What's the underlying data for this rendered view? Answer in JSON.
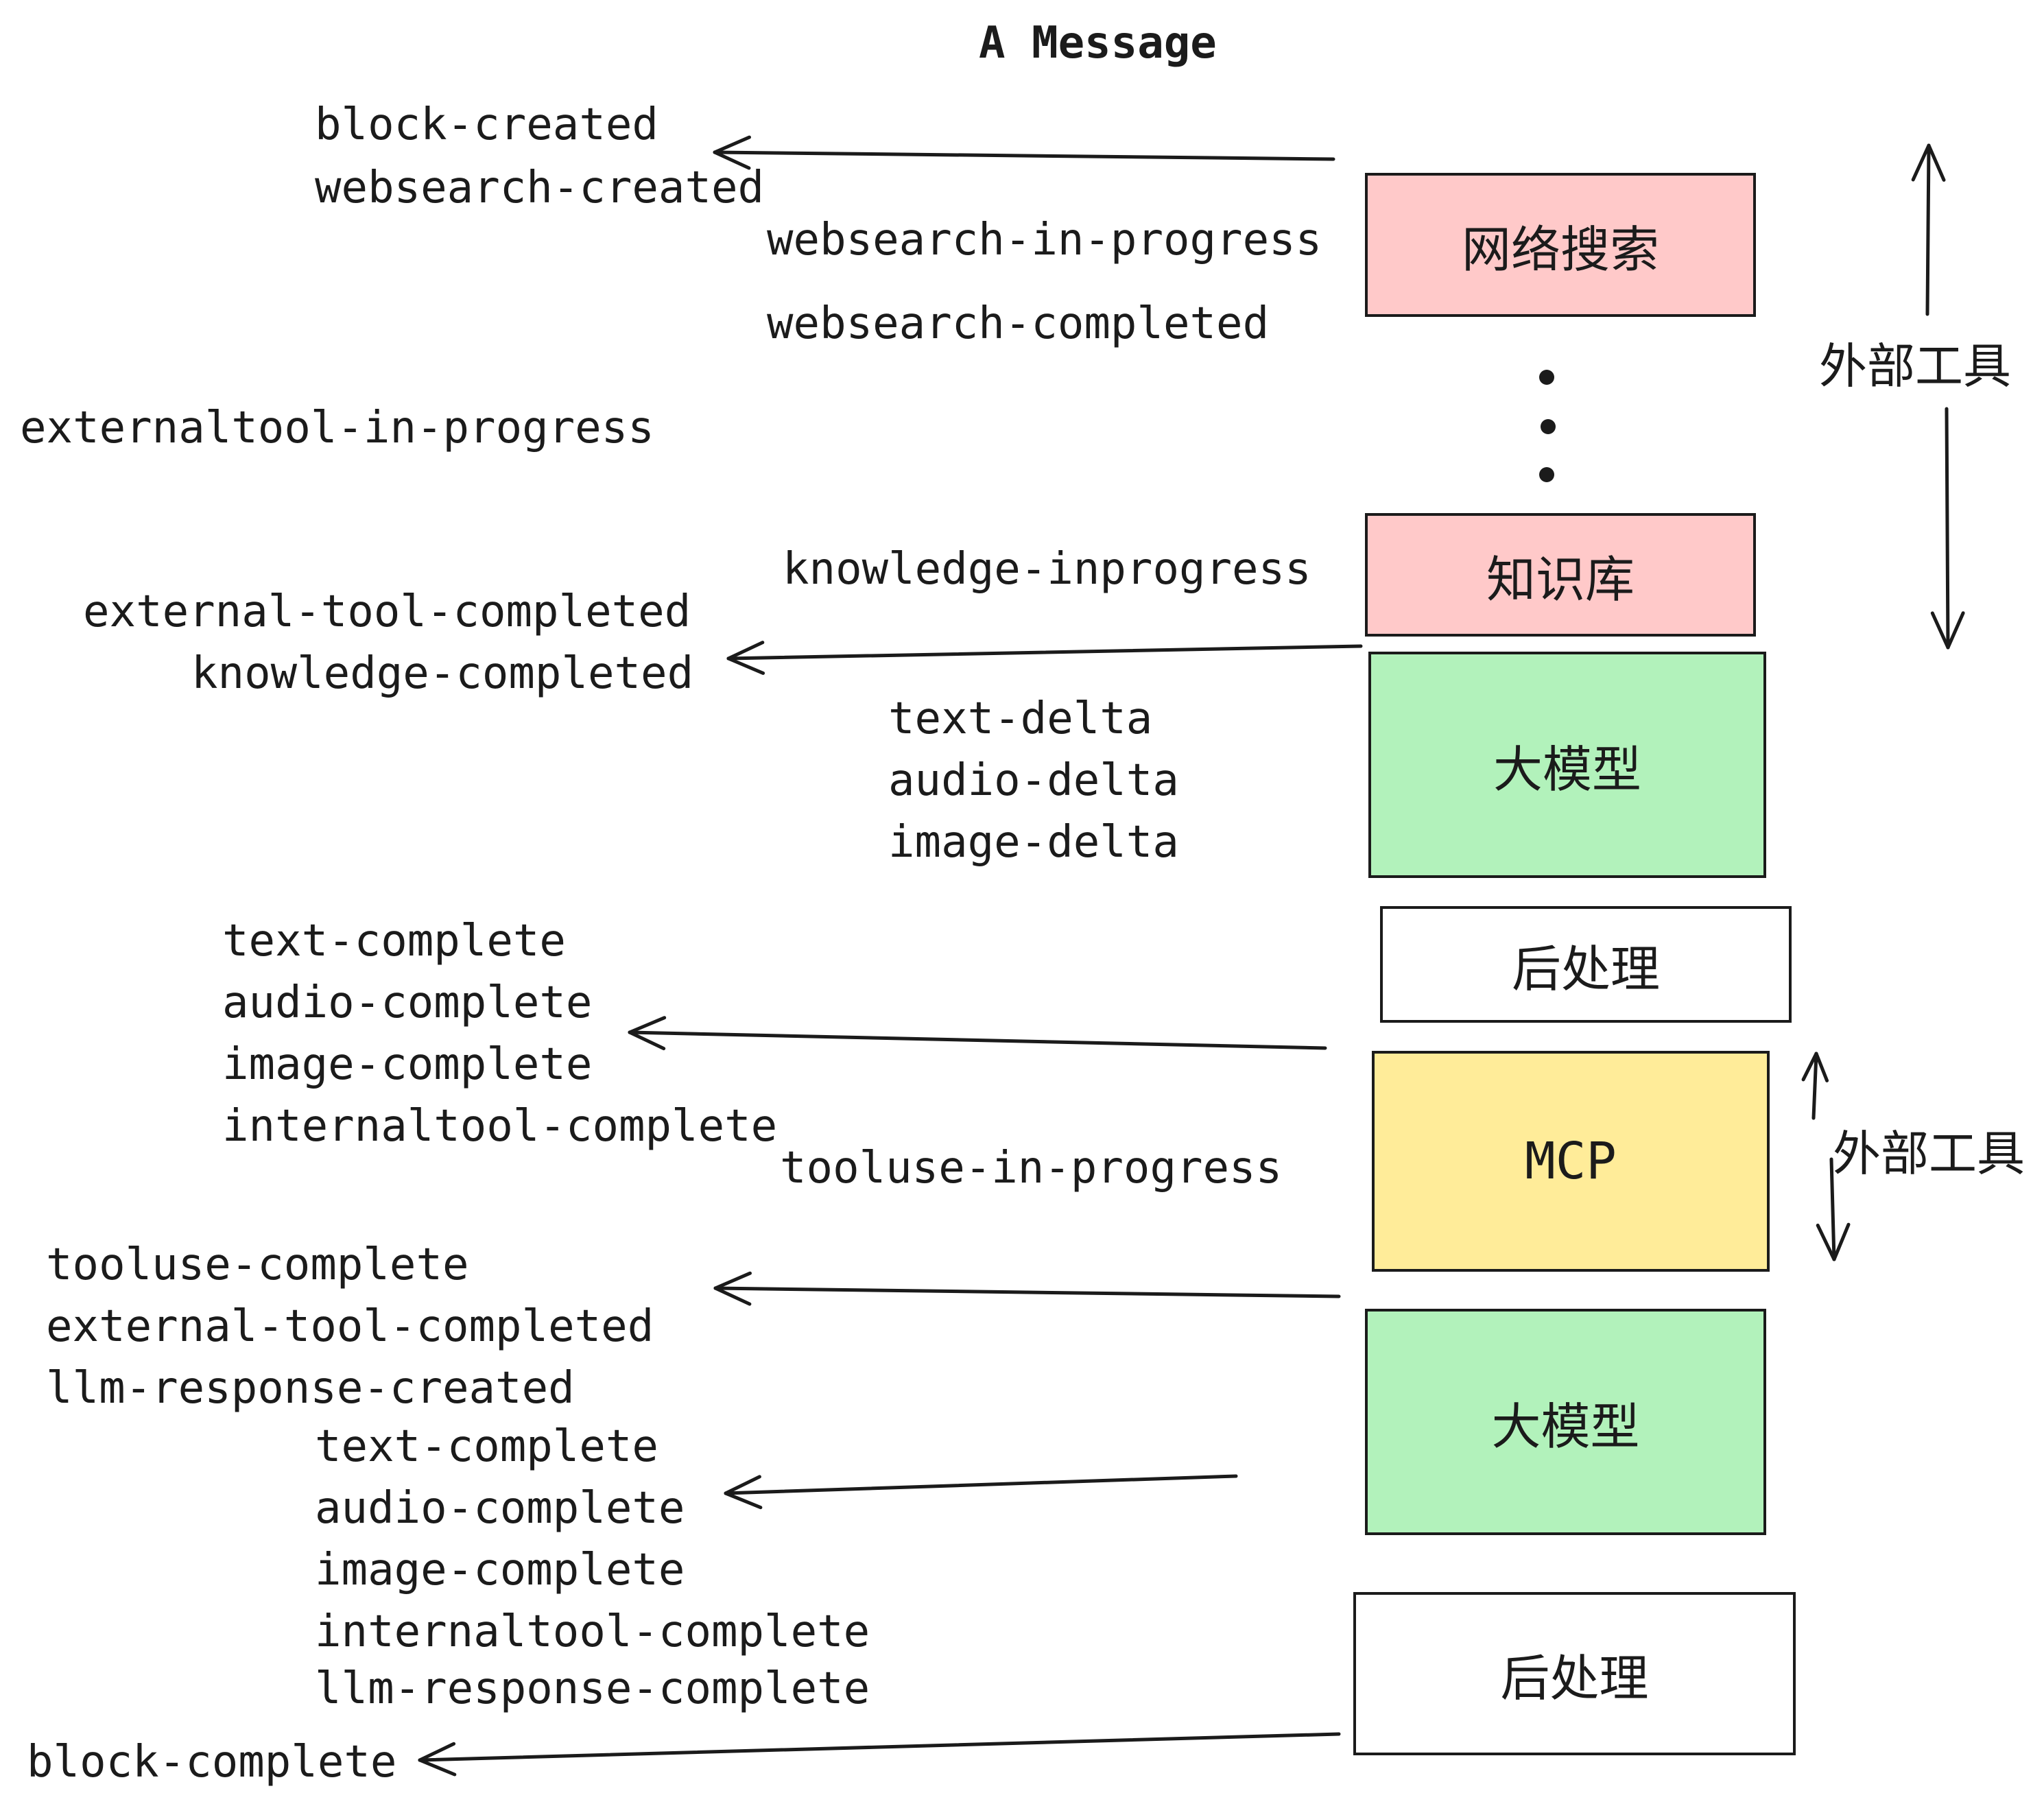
{
  "title": "A Message",
  "colors": {
    "pink": "#ffc9c9",
    "green": "#b2f2bb",
    "yellow": "#ffec99",
    "white": "#ffffff",
    "stroke": "#1b1b1b"
  },
  "boxes": [
    {
      "id": "websearch",
      "label": "网络搜索",
      "color": "pink"
    },
    {
      "id": "knowledge",
      "label": "知识库",
      "color": "pink"
    },
    {
      "id": "llm-1",
      "label": "大模型",
      "color": "green"
    },
    {
      "id": "postprocess-1",
      "label": "后处理",
      "color": "white"
    },
    {
      "id": "mcp",
      "label": "MCP",
      "color": "yellow"
    },
    {
      "id": "llm-2",
      "label": "大模型",
      "color": "green"
    },
    {
      "id": "postprocess-2",
      "label": "后处理",
      "color": "white"
    }
  ],
  "side_labels": [
    {
      "text": "外部工具"
    },
    {
      "text": "外部工具"
    }
  ],
  "events": [
    {
      "text": "block-created"
    },
    {
      "text": "websearch-created"
    },
    {
      "text": "websearch-in-progress"
    },
    {
      "text": "websearch-completed"
    },
    {
      "text": "externaltool-in-progress"
    },
    {
      "text": "knowledge-inprogress"
    },
    {
      "text": "external-tool-completed"
    },
    {
      "text": "knowledge-completed"
    },
    {
      "text": "text-delta"
    },
    {
      "text": "audio-delta"
    },
    {
      "text": "image-delta"
    },
    {
      "text": "text-complete"
    },
    {
      "text": "audio-complete"
    },
    {
      "text": "image-complete"
    },
    {
      "text": "internaltool-complete"
    },
    {
      "text": "tooluse-in-progress"
    },
    {
      "text": "tooluse-complete"
    },
    {
      "text": "external-tool-completed"
    },
    {
      "text": "llm-response-created"
    },
    {
      "text": "text-complete"
    },
    {
      "text": "audio-complete"
    },
    {
      "text": "image-complete"
    },
    {
      "text": "internaltool-complete"
    },
    {
      "text": "llm-response-complete"
    },
    {
      "text": "block-complete"
    }
  ]
}
